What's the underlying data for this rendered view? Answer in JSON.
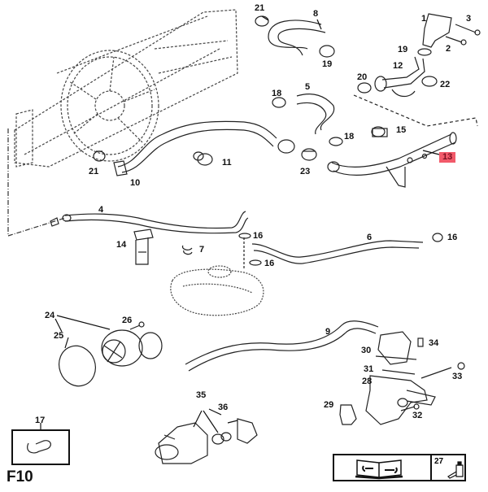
{
  "diagram": {
    "type": "exploded-parts-diagram",
    "subject": "engine cooling system (radiator, fan, hoses, clamps, expansion tank, water pump, thermostat housing)",
    "figure_label": "F10",
    "highlighted_part": "13",
    "highlight_color": "#f25a6a",
    "callouts": [
      {
        "id": "c1",
        "text": "1"
      },
      {
        "id": "c2",
        "text": "2"
      },
      {
        "id": "c3",
        "text": "3"
      },
      {
        "id": "c4",
        "text": "4"
      },
      {
        "id": "c5",
        "text": "5"
      },
      {
        "id": "c6",
        "text": "6"
      },
      {
        "id": "c7",
        "text": "7"
      },
      {
        "id": "c8",
        "text": "8"
      },
      {
        "id": "c9",
        "text": "9"
      },
      {
        "id": "c10",
        "text": "10"
      },
      {
        "id": "c11",
        "text": "11"
      },
      {
        "id": "c12",
        "text": "12"
      },
      {
        "id": "c13",
        "text": "13"
      },
      {
        "id": "c14",
        "text": "14"
      },
      {
        "id": "c15",
        "text": "15"
      },
      {
        "id": "c16a",
        "text": "16"
      },
      {
        "id": "c16b",
        "text": "16"
      },
      {
        "id": "c16c",
        "text": "16"
      },
      {
        "id": "c17",
        "text": "17"
      },
      {
        "id": "c18a",
        "text": "18"
      },
      {
        "id": "c18b",
        "text": "18"
      },
      {
        "id": "c19a",
        "text": "19"
      },
      {
        "id": "c19b",
        "text": "19"
      },
      {
        "id": "c20",
        "text": "20"
      },
      {
        "id": "c21a",
        "text": "21"
      },
      {
        "id": "c21b",
        "text": "21"
      },
      {
        "id": "c22",
        "text": "22"
      },
      {
        "id": "c23",
        "text": "23"
      },
      {
        "id": "c24",
        "text": "24"
      },
      {
        "id": "c25",
        "text": "25"
      },
      {
        "id": "c26",
        "text": "26"
      },
      {
        "id": "c27",
        "text": "27"
      },
      {
        "id": "c28",
        "text": "28"
      },
      {
        "id": "c29",
        "text": "29"
      },
      {
        "id": "c30",
        "text": "30"
      },
      {
        "id": "c31",
        "text": "31"
      },
      {
        "id": "c32",
        "text": "32"
      },
      {
        "id": "c33",
        "text": "33"
      },
      {
        "id": "c34",
        "text": "34"
      },
      {
        "id": "c35",
        "text": "35"
      },
      {
        "id": "c36",
        "text": "36"
      }
    ],
    "legend": {
      "manual_icon": "repair-manual-book-wrench-icon",
      "item_number": "27",
      "item_icon": "sealant-bottle-icon"
    }
  }
}
